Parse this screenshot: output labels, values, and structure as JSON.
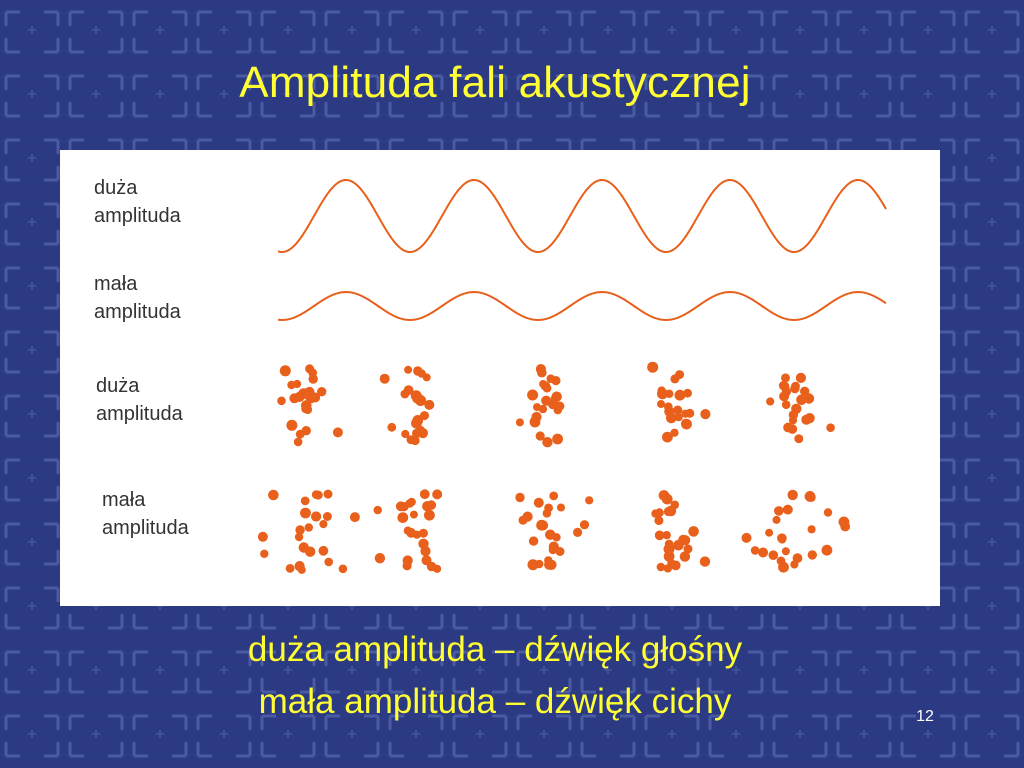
{
  "slide": {
    "title": "Amplituda fali akustycznej",
    "captions": [
      "duża amplituda – dźwięk głośny",
      "mała amplituda – dźwięk cichy"
    ],
    "page_number": "12"
  },
  "figure": {
    "rows": [
      {
        "label_line1": "duża",
        "label_line2": "amplituda",
        "kind": "wave",
        "amplitude": "large"
      },
      {
        "label_line1": "mała",
        "label_line2": "amplituda",
        "kind": "wave",
        "amplitude": "small"
      },
      {
        "label_line1": "duża",
        "label_line2": "amplituda",
        "kind": "particles",
        "amplitude": "large"
      },
      {
        "label_line1": "mała",
        "label_line2": "amplituda",
        "kind": "particles",
        "amplitude": "small"
      }
    ]
  },
  "colors": {
    "background": "#2b3a82",
    "pattern": "#4a5aa3",
    "title": "#ffff33",
    "wave": "#e8601c",
    "particles": "#e8601c",
    "panel": "#ffffff"
  }
}
